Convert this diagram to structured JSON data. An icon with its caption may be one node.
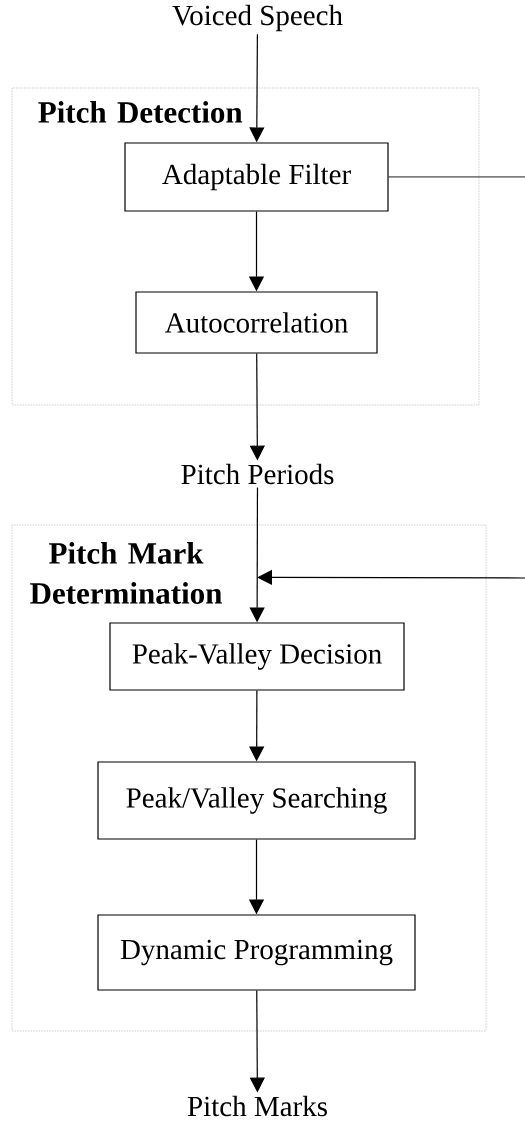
{
  "diagram": {
    "nodes": [
      {
        "text": [
          "Voiced Speech"
        ]
      },
      {
        "text": [
          "Pitch Detection"
        ]
      },
      {
        "text": [
          "Adaptable Filter"
        ],
        "in": 1
      },
      {
        "text": [
          "Autocorrelation"
        ],
        "in": 1
      },
      {
        "text": [
          "Pitch Periods"
        ]
      },
      {
        "text": [
          "Pitch Mark Determination"
        ]
      },
      {
        "text": [
          "Peak-Valley Decision"
        ],
        "in": 5
      },
      {
        "text": [
          "Peak/Valley Searching"
        ],
        "in": 5
      },
      {
        "text": [
          "Dynamic Programming"
        ],
        "in": 5
      },
      {
        "text": [
          "Pitch Marks"
        ]
      }
    ],
    "edges": [
      {
        "from": 0,
        "to": 2,
        "arrow": "to"
      },
      {
        "from": 2,
        "to": 3,
        "arrow": "to"
      },
      {
        "from": 3,
        "to": 4,
        "arrow": "to"
      },
      {
        "from": 4,
        "to": 6,
        "arrow": "to"
      },
      {
        "from": 6,
        "to": 7,
        "arrow": "to"
      },
      {
        "from": 7,
        "to": 8,
        "arrow": "to"
      },
      {
        "from": 8,
        "to": 9,
        "arrow": "to"
      },
      {
        "from": 2,
        "to": null,
        "arrow": "none"
      },
      {
        "from": null,
        "to": 6,
        "arrow": "to"
      }
    ]
  }
}
